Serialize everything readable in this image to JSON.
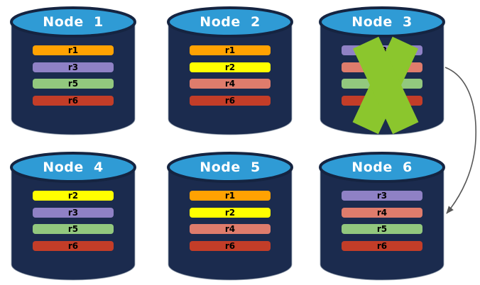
{
  "colors": {
    "background": "#FFFFFF",
    "cylinder_body": "#1B2B4E",
    "cylinder_top": "#2F9BD5",
    "cylinder_rim": "#152441",
    "title_text": "#FFFFFF",
    "bar_label_text": "#000000",
    "cross": "#8BC62D",
    "arrow": "#575757"
  },
  "replica_colors": {
    "r1": "#FFA202",
    "r2": "#FFFF00",
    "r3": "#8F81C5",
    "r4": "#DF7C6C",
    "r5": "#92C87E",
    "r6": "#C33D28"
  },
  "nodes": [
    {
      "label": "Node  1",
      "failed": false,
      "bars": [
        {
          "label": "r1",
          "color": "#FFA202"
        },
        {
          "label": "r3",
          "color": "#8F81C5"
        },
        {
          "label": "r5",
          "color": "#92C87E"
        },
        {
          "label": "r6",
          "color": "#C33D28"
        }
      ]
    },
    {
      "label": "Node  2",
      "failed": false,
      "bars": [
        {
          "label": "r1",
          "color": "#FFA202"
        },
        {
          "label": "r2",
          "color": "#FFFF00"
        },
        {
          "label": "r4",
          "color": "#DF7C6C"
        },
        {
          "label": "r6",
          "color": "#C33D28"
        }
      ]
    },
    {
      "label": "Node  3",
      "failed": true,
      "bars": [
        {
          "label": "r3",
          "color": "#8F81C5"
        },
        {
          "label": "",
          "color": "#DF7C6C"
        },
        {
          "label": "",
          "color": "#92C87E"
        },
        {
          "label": "",
          "color": "#C33D28"
        }
      ]
    },
    {
      "label": "Node  4",
      "failed": false,
      "bars": [
        {
          "label": "r2",
          "color": "#FFFF00"
        },
        {
          "label": "r3",
          "color": "#8F81C5"
        },
        {
          "label": "r5",
          "color": "#92C87E"
        },
        {
          "label": "r6",
          "color": "#C33D28"
        }
      ]
    },
    {
      "label": "Node  5",
      "failed": false,
      "bars": [
        {
          "label": "r1",
          "color": "#FFA202"
        },
        {
          "label": "r2",
          "color": "#FFFF00"
        },
        {
          "label": "r4",
          "color": "#DF7C6C"
        },
        {
          "label": "r6",
          "color": "#C33D28"
        }
      ]
    },
    {
      "label": "Node  6",
      "failed": false,
      "bars": [
        {
          "label": "r3",
          "color": "#8F81C5"
        },
        {
          "label": "r4",
          "color": "#DF7C6C"
        },
        {
          "label": "r5",
          "color": "#92C87E"
        },
        {
          "label": "r6",
          "color": "#C33D28"
        }
      ]
    }
  ],
  "annotations": {
    "failure_cross_on": "Node 3",
    "arrow": {
      "from_node": "Node 3",
      "to_node": "Node 6"
    }
  }
}
